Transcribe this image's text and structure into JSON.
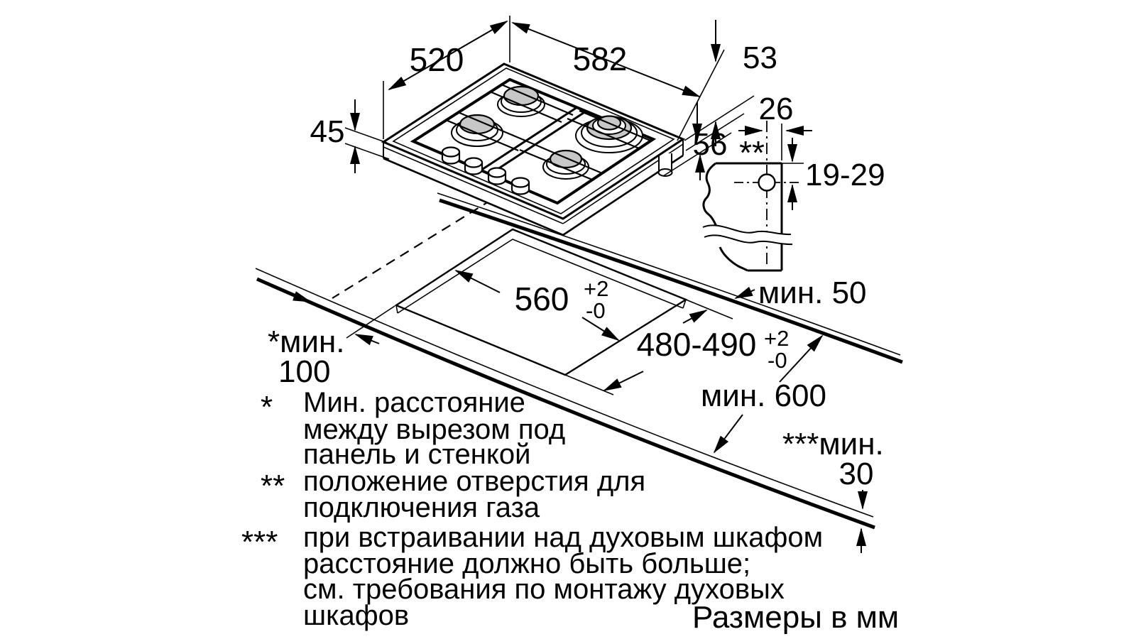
{
  "dims": {
    "hob_depth": "520",
    "hob_width": "582",
    "right_top_height": "53",
    "left_height": "45",
    "right_lower_height": "56",
    "hole_offset": "26",
    "hole_depth": "19-29",
    "cutout_width": "560",
    "cutout_width_tol_plus": "+2",
    "cutout_width_tol_minus": "-0",
    "cutout_depth": "480-490",
    "cutout_depth_tol_plus": "+2",
    "cutout_depth_tol_minus": "-0",
    "wall_clearance": "мин. 50",
    "worktop_depth": "мин. 600",
    "side_clearance_label": "*мин.",
    "side_clearance_value": "100",
    "front_clearance_label": "***мин.",
    "front_clearance_value": "30",
    "gas_hole_marker": "**"
  },
  "footnotes": [
    {
      "marker": "*",
      "lines": [
        "Мин. расстояние",
        "между вырезом под",
        "панель и стенкой"
      ]
    },
    {
      "marker": "**",
      "lines": [
        "положение отверстия для",
        "подключения газа"
      ]
    },
    {
      "marker": "***",
      "lines": [
        "при встраивании над духовым шкафом",
        "расстояние должно быть больше;",
        "см. требования по монтажу духовых",
        "шкафов"
      ]
    }
  ],
  "units_note": "Размеры в мм"
}
